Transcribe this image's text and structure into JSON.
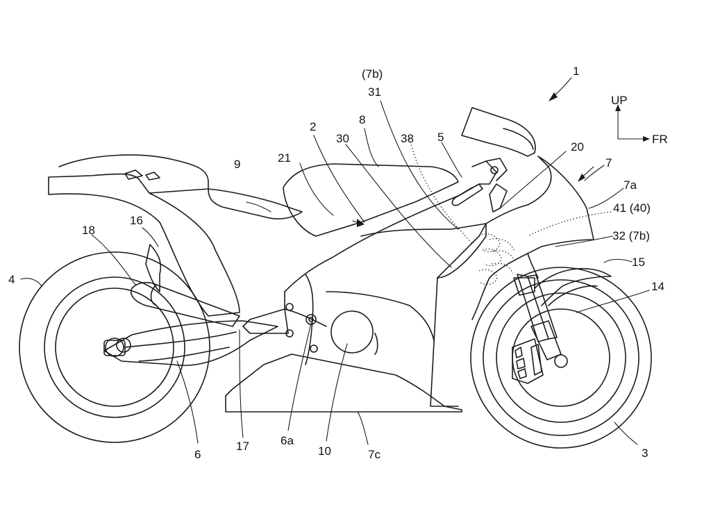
{
  "diagram": {
    "direction_up": "UP",
    "direction_front": "FR",
    "labels": {
      "l1": "1",
      "l7b_top": "(7b)",
      "l31": "31",
      "l2": "2",
      "l8": "8",
      "l30": "30",
      "l38": "38",
      "l5": "5",
      "l20": "20",
      "l7": "7",
      "l9": "9",
      "l21": "21",
      "l7a": "7a",
      "l41": "41 (40)",
      "l16": "16",
      "l18": "18",
      "l32": "32 (7b)",
      "l15": "15",
      "l4": "4",
      "l14": "14",
      "l6": "6",
      "l17": "17",
      "l6a": "6a",
      "l10": "10",
      "l7c": "7c",
      "l3": "3"
    }
  }
}
